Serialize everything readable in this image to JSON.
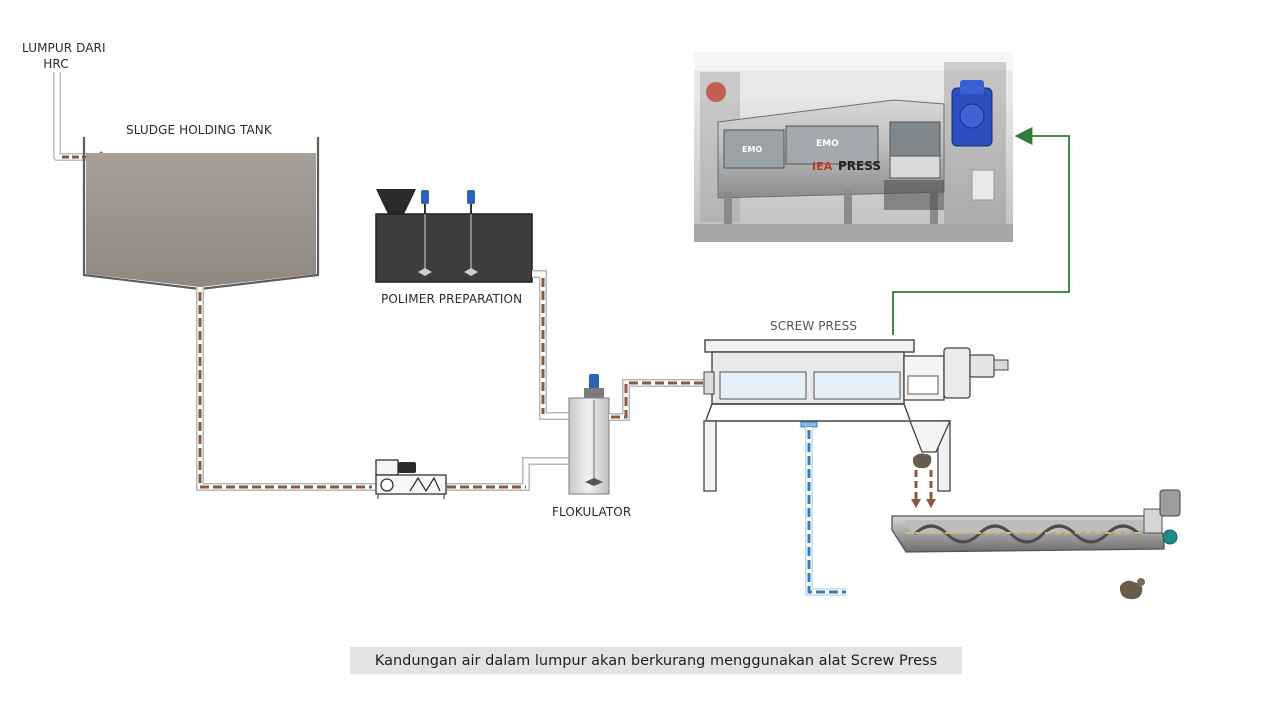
{
  "labels": {
    "inlet": "LUMPUR DARI\nHRC",
    "tank": "SLUDGE HOLDING TANK",
    "polymer": "POLIMER PREPARATION",
    "screw_press": "SCREW PRESS",
    "flocculator": "FLOKULATOR"
  },
  "photo": {
    "brand_left": "EMO",
    "brand_mid": "EMO",
    "brand_press": "PRESS",
    "brand_logo": "IEA"
  },
  "caption": "Kandungan air dalam lumpur akan berkurang menggunakan alat Screw Press",
  "colors": {
    "sludge_pipe": "#8a5a3c",
    "water_pipe": "#2f7fc4",
    "photo_link": "#2e7d3a",
    "tank_fill": "#9a928a",
    "tank_wall": "#5d5d5d",
    "caption_bg": "#e3e3e3"
  }
}
